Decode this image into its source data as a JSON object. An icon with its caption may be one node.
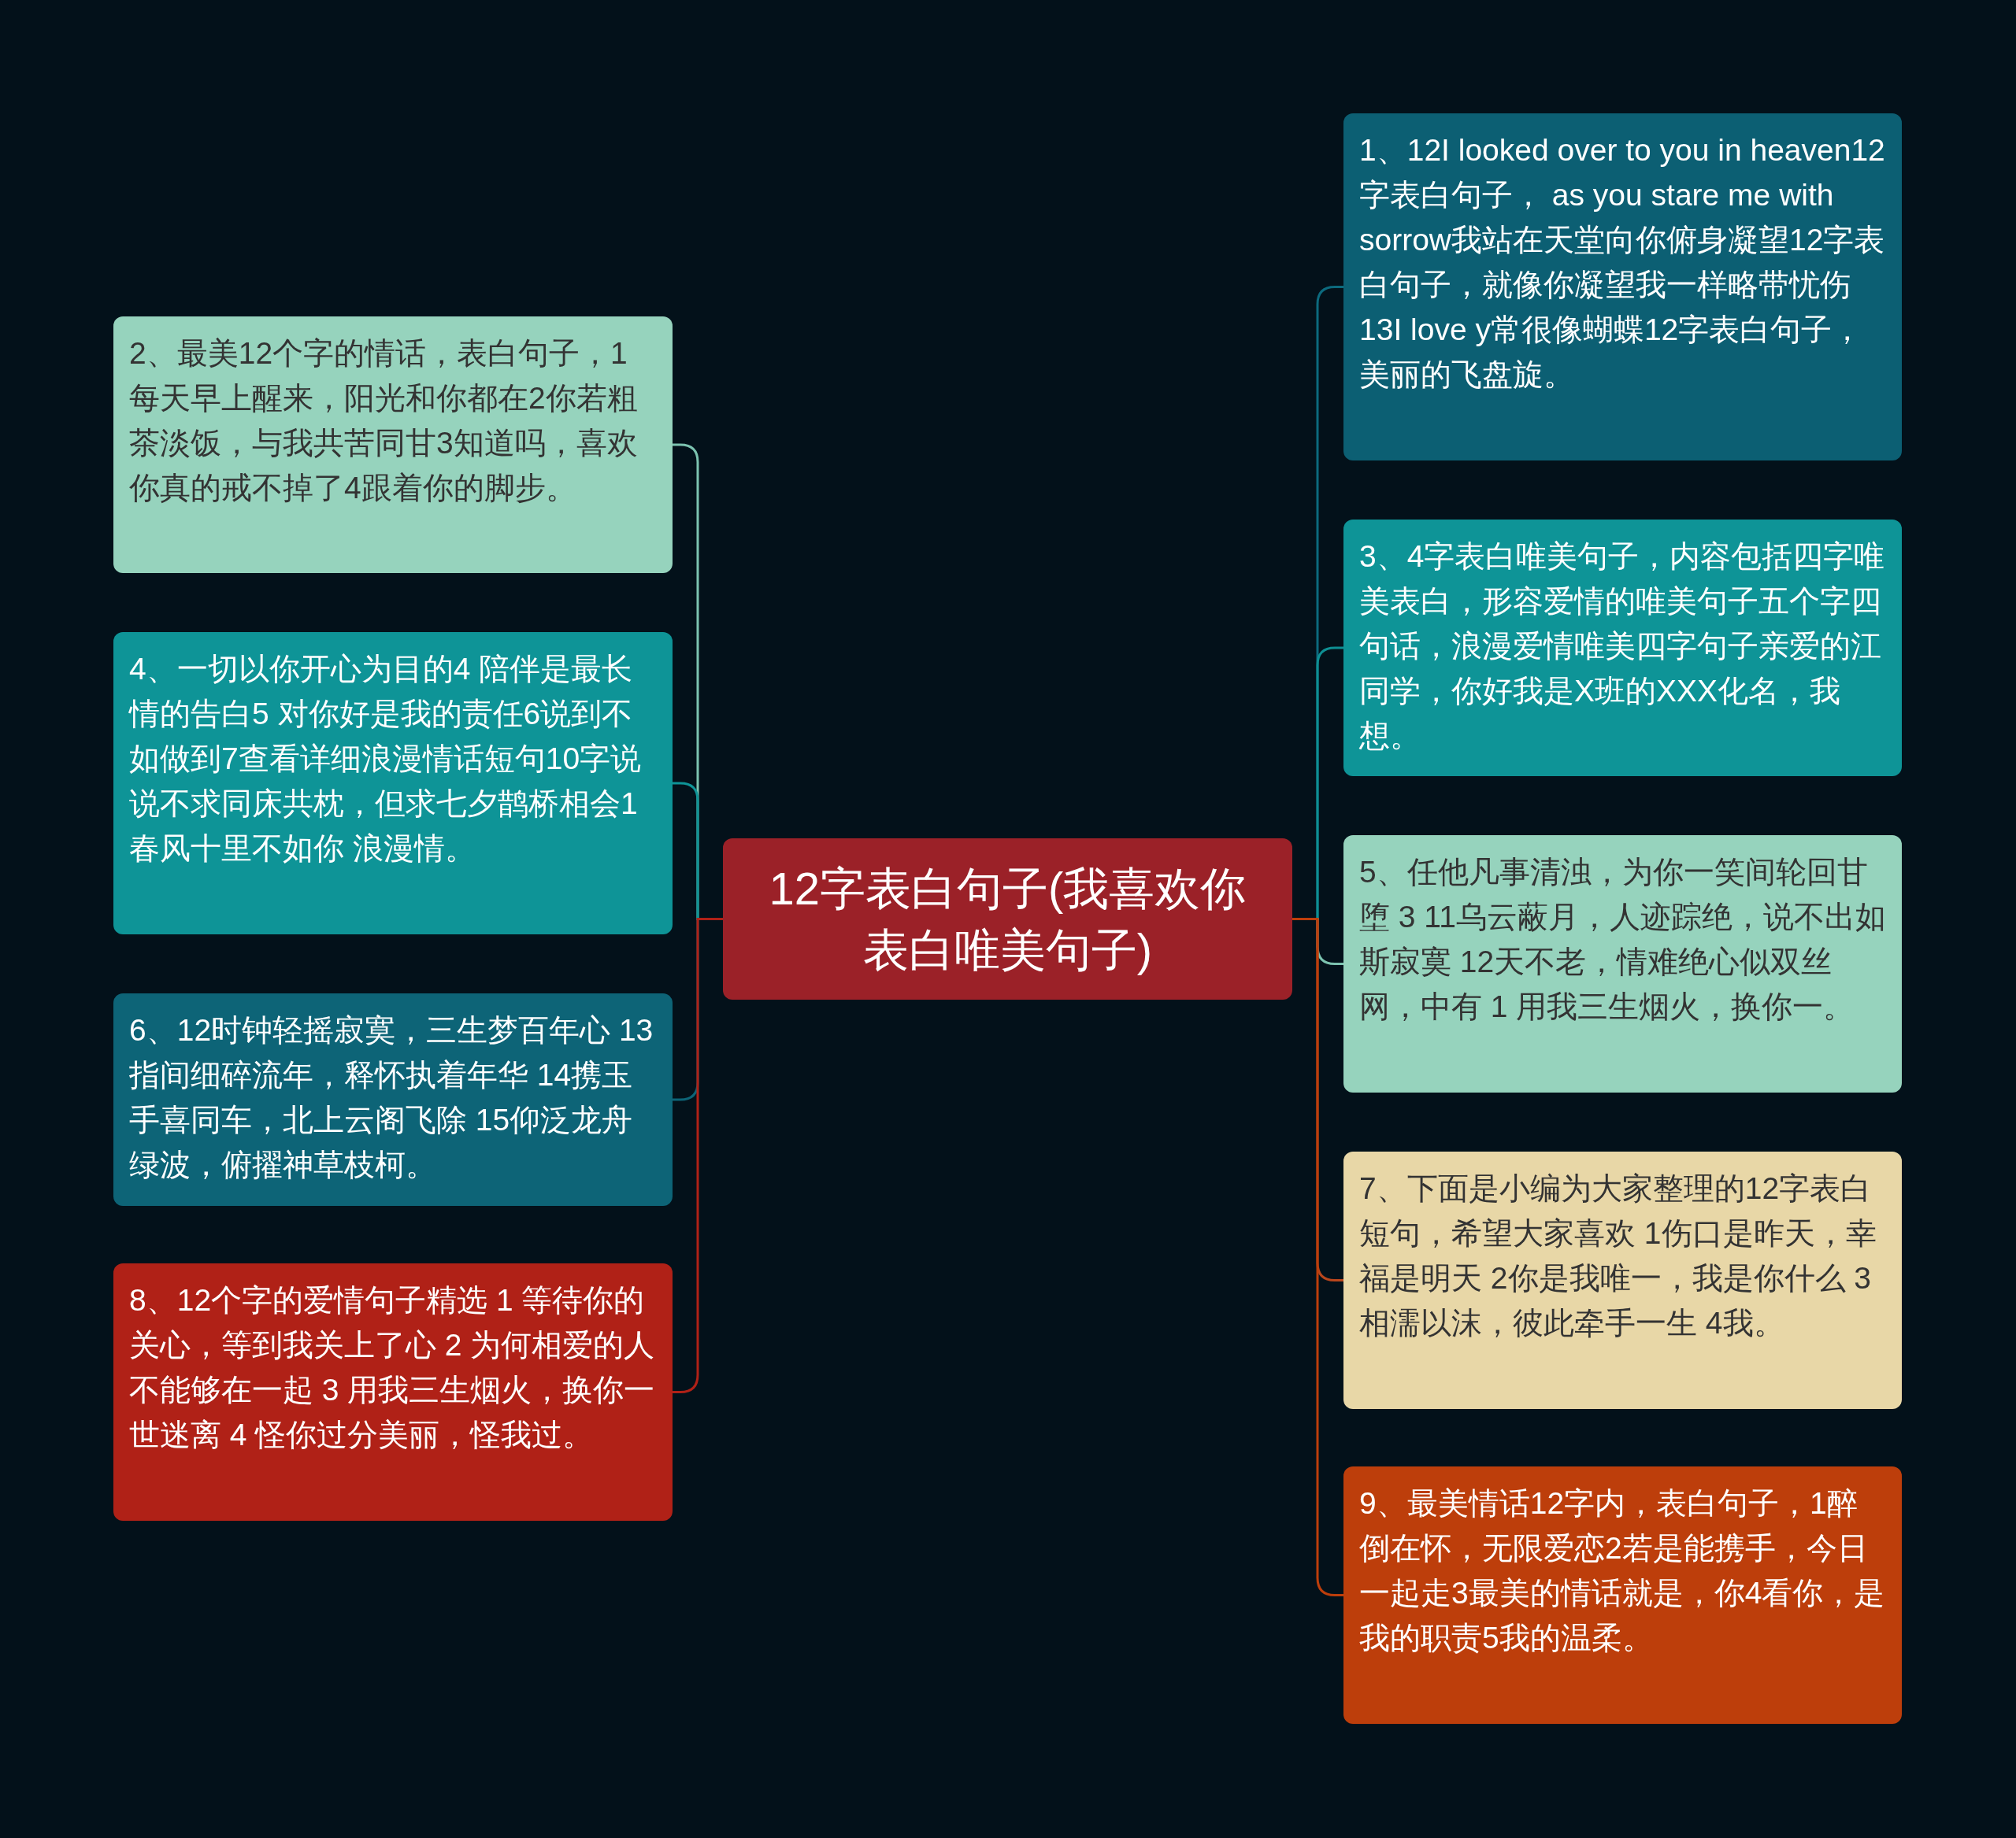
{
  "diagram": {
    "nodes": [
      {
        "text": [
          "12字表白句子(我喜欢你表白唯美句子)"
        ]
      },
      {
        "text": [
          "1、12I looked over to you in heaven12字表白句子， as you stare me with sorrow我站在天堂向你俯身凝望12字表白句子，就像你凝望我一样略带忧伤 13I love y常很像蝴蝶12字表白句子，美丽的飞盘旋。"
        ]
      },
      {
        "text": [
          "2、最美12个字的情话，表白句子，1每天早上醒来，阳光和你都在2你若粗茶淡饭，与我共苦同甘3知道吗，喜欢你真的戒不掉了4跟着你的脚步。"
        ]
      },
      {
        "text": [
          "3、4字表白唯美句子，内容包括四字唯美表白，形容爱情的唯美句子五个字四句话，浪漫爱情唯美四字句子亲爱的江同学，你好我是X班的XXX化名，我想。"
        ]
      },
      {
        "text": [
          "4、一切以你开心为目的4 陪伴是最长情的告白5 对你好是我的责任6说到不如做到7查看详细浪漫情话短句10字说说不求同床共枕，但求七夕鹊桥相会1春风十里不如你 浪漫情。"
        ]
      },
      {
        "text": [
          "5、任他凡事清浊，为你一笑间轮回甘堕 3 11乌云蔽月，人迹踪绝，说不出如斯寂寞 12天不老，情难绝心似双丝网，中有 1 用我三生烟火，换你一。"
        ]
      },
      {
        "text": [
          "6、12时钟轻摇寂寞，三生梦百年心 13指间细碎流年，释怀执着年华 14携玉手喜同车，北上云阁飞除 15仰泛龙舟绿波，俯擢神草枝柯。"
        ]
      },
      {
        "text": [
          "7、下面是小编为大家整理的12字表白短句，希望大家喜欢 1伤口是昨天，幸福是明天 2你是我唯一，我是你什么 3相濡以沫，彼此牵手一生 4我。"
        ]
      },
      {
        "text": [
          "8、12个字的爱情句子精选 1 等待你的关心，等到我关上了心 2 为何相爱的人不能够在一起 3 用我三生烟火，换你一世迷离 4 怪你过分美丽，怪我过。"
        ]
      },
      {
        "text": [
          "9、最美情话12字内，表白句子，1醉倒在怀，无限爱恋2若是能携手，今日一起走3最美的情话就是，你4看你，是我的职责5我的温柔。"
        ]
      }
    ],
    "edges": [
      {
        "from": 0,
        "to": 1,
        "arrow": "none",
        "color": "#0c6a7e"
      },
      {
        "from": 0,
        "to": 2,
        "arrow": "none",
        "color": "#7cc3b0"
      },
      {
        "from": 0,
        "to": 3,
        "arrow": "none",
        "color": "#0e8f93"
      },
      {
        "from": 0,
        "to": 4,
        "arrow": "none",
        "color": "#0e9497"
      },
      {
        "from": 0,
        "to": 5,
        "arrow": "none",
        "color": "#7cc3b0"
      },
      {
        "from": 0,
        "to": 6,
        "arrow": "none",
        "color": "#0d6477"
      },
      {
        "from": 0,
        "to": 7,
        "arrow": "none",
        "color": "#b9461c"
      },
      {
        "from": 0,
        "to": 8,
        "arrow": "none",
        "color": "#b02117"
      },
      {
        "from": 0,
        "to": 9,
        "arrow": "none",
        "color": "#bd3e0b"
      }
    ]
  }
}
